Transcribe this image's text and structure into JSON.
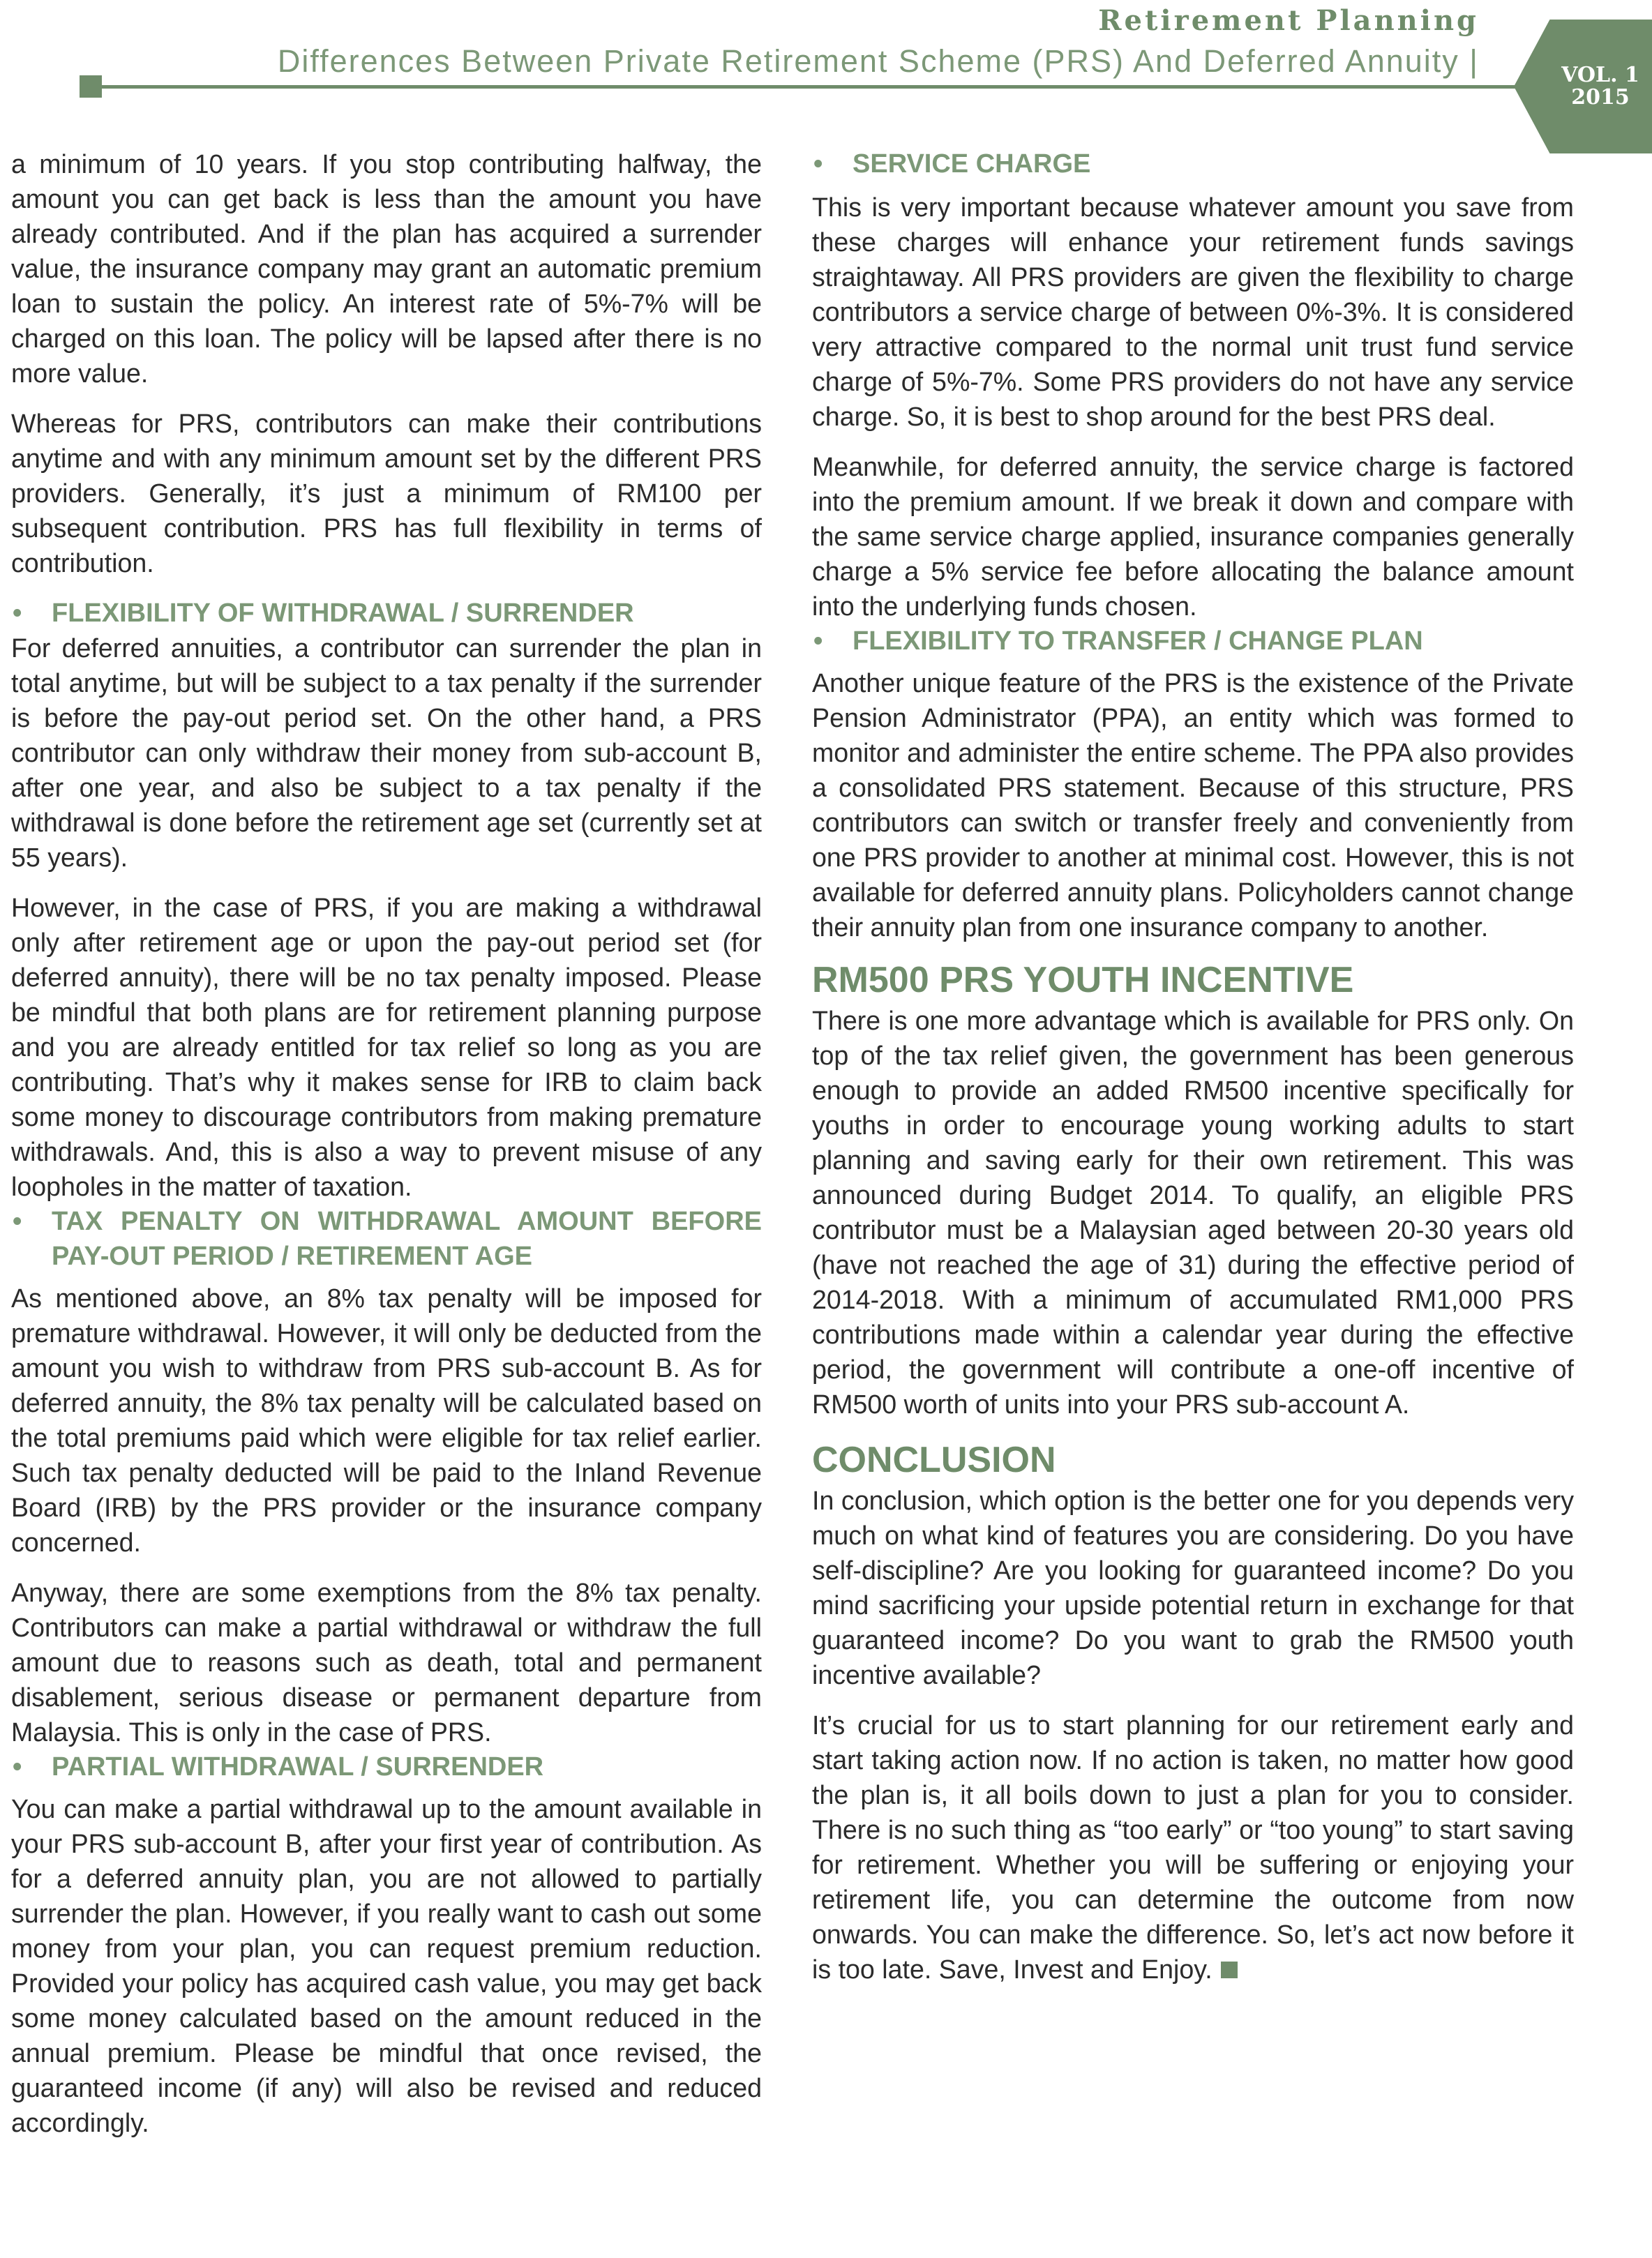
{
  "header": {
    "kicker": "Retirement Planning",
    "title": "Differences Between Private Retirement Scheme (PRS) And Deferred Annuity |",
    "volume": "VOL. 1",
    "year": "2015"
  },
  "left_column": {
    "p1": "a minimum of 10 years. If you stop contributing halfway, the amount you can get back is less than the amount you have already contributed. And if the plan has acquired a surrender value, the insurance company may grant an automatic premium loan to sustain the policy. An interest rate of 5%-7% will be charged on this loan. The policy will be lapsed after there is no more value.",
    "p2": "Whereas for PRS, contributors can make their contributions anytime and with any minimum amount set by the different PRS providers. Generally, it’s just a minimum of RM100 per subsequent contribution. PRS has full flexibility in terms of contribution.",
    "h1": "FLEXIBILITY OF WITHDRAWAL / SURRENDER",
    "p3": "For deferred annuities, a contributor can surrender the plan in total anytime, but will be subject to a tax penalty if the surrender is before the pay-out period set. On the other hand, a PRS contributor can only withdraw their money from sub-account B, after one year, and also be subject to a tax penalty if the withdrawal is done before the retirement age set (currently set at 55 years).",
    "p4": "However, in the case of PRS, if you are making a withdrawal only after retirement age or upon the pay-out period set (for deferred annuity), there will be no tax penalty imposed. Please be mindful that both plans are for retirement planning purpose and you are already entitled for tax relief so long as you are contributing. That’s why it makes sense for IRB to claim back some money to discourage contributors from making premature withdrawals. And, this is also a way to prevent misuse of any loopholes in the matter of taxation.",
    "h2": "TAX PENALTY ON WITHDRAWAL AMOUNT BEFORE PAY-OUT PERIOD / RETIREMENT AGE",
    "p5": " As mentioned above, an 8% tax penalty will be imposed for premature withdrawal. However, it will only be deducted from the amount you wish to withdraw from PRS sub-account B. As for deferred annuity, the 8% tax penalty will be calculated based on the total premiums paid which were eligible for tax relief earlier. Such tax penalty deducted will be paid to the Inland Revenue Board (IRB) by the PRS provider or the insurance company concerned.",
    "p6": "Anyway, there are some exemptions from the 8% tax penalty. Contributors can make a partial withdrawal or withdraw the full amount due to reasons such as death, total and permanent disablement, serious disease or permanent departure from Malaysia. This is only in the case of PRS.",
    "h3": "PARTIAL WITHDRAWAL / SURRENDER",
    "p7": "You can make a partial withdrawal up to the amount available in your PRS sub-account B, after your first year of contribution. As for a deferred annuity plan, you are not allowed to partially surrender the plan. However, if you really want to cash out some money from your plan, you can request premium reduction. Provided your policy has acquired cash value, you may get back some money calculated based on the amount reduced in the annual premium. Please be mindful that once revised, the guaranteed income (if any) will also be revised and reduced accordingly."
  },
  "right_column": {
    "h1": "SERVICE CHARGE",
    "p1": "This is very important because whatever amount you save from these charges will enhance your retirement funds savings straightaway. All PRS providers are given the flexibility to charge contributors a service charge of between 0%-3%. It is considered very attractive compared to the normal unit trust fund service charge of 5%-7%. Some PRS providers do not have any service charge. So, it is best to shop around for the best PRS deal.",
    "p2": "Meanwhile, for deferred annuity, the service charge is factored into the premium amount. If we break it down and compare with the same service charge applied, insurance companies generally charge a 5% service fee before allocating the balance amount into the underlying funds chosen.",
    "h2": "FLEXIBILITY TO TRANSFER / CHANGE PLAN",
    "p3": "Another unique feature of the PRS is the existence of the Private Pension Administrator (PPA), an entity which was formed to monitor and administer the entire scheme. The PPA also provides a consolidated PRS statement. Because of this structure, PRS contributors can switch or transfer freely and conveniently from one PRS provider to another at minimal cost. However, this is not available for deferred annuity plans. Policyholders cannot change their annuity plan from one insurance company to another.",
    "h3": "RM500 PRS YOUTH INCENTIVE",
    "p4": "There is one more advantage which is available for PRS only. On top of the tax relief given, the government has been generous enough to provide an added RM500 incentive specifically for youths in order to encourage young working adults to start planning and saving early for their own retirement. This was announced during Budget 2014. To qualify, an eligible PRS contributor must be a Malaysian aged between 20-30 years old (have not reached the age of 31) during the effective period of 2014-2018. With a minimum of accumulated RM1,000 PRS contributions made within a calendar year during the effective period, the government will contribute a one-off incentive of RM500 worth of units into your PRS sub-account A.",
    "h4": "CONCLUSION",
    "p5": "In conclusion, which option is the better one for you depends very much on what kind of features you are considering. Do you have self-discipline? Are you looking for guaranteed income? Do you mind sacrificing your upside potential return in exchange for that guaranteed income? Do you want to grab the RM500 youth incentive available?",
    "p6": "It’s crucial for us to start planning for our retirement early and start taking action now. If no action is taken, no matter how good the plan is, it all boils down to just a plan for you to consider. There is no such thing as “too early” or “too young” to start saving for retirement. Whether you will be suffering or enjoying your retirement life, you can determine the outcome from now onwards. You can make the difference. So, let’s act now before it is too late. Save, Invest and Enjoy."
  },
  "bullet": "•",
  "colors": {
    "accent": "#6f8c6a",
    "accent_light": "#7c9877",
    "text": "#2b2b2b"
  }
}
